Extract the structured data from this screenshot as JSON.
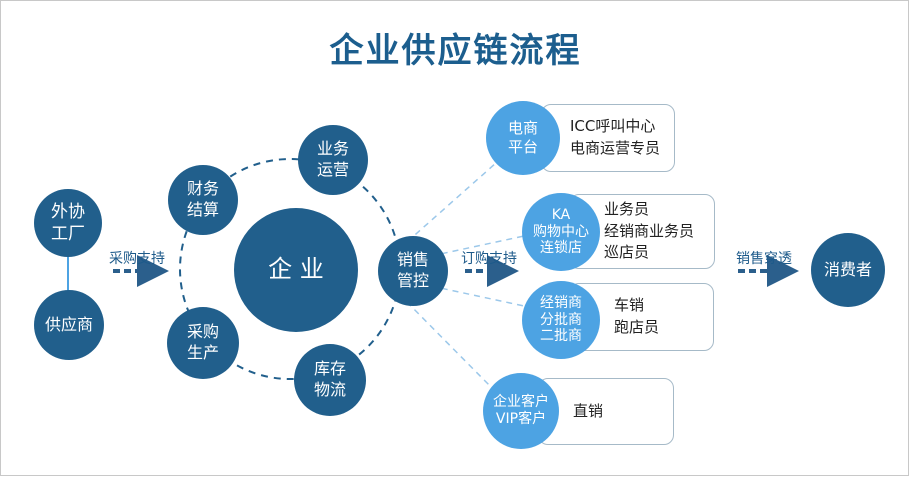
{
  "title": "企业供应链流程",
  "colors": {
    "dark": "#215f8c",
    "light": "#4da3e3",
    "title": "#1c5e8e",
    "box_border": "#a6bac8",
    "arrow": "#2b5f8c"
  },
  "left": {
    "partner_factory": [
      "外协",
      "工厂"
    ],
    "supplier": "供应商",
    "arrow_label": "采购支持"
  },
  "center": {
    "enterprise": "企 业",
    "satellites": {
      "finance": [
        "财务",
        "结算"
      ],
      "operations": [
        "业务",
        "运营"
      ],
      "purchase": [
        "采购",
        "生产"
      ],
      "inventory": [
        "库存",
        "物流"
      ],
      "sales_control": [
        "销售",
        "管控"
      ]
    }
  },
  "middle_arrow_label": "订购支持",
  "channels": [
    {
      "circle": [
        "电商",
        "平台"
      ],
      "details": [
        "ICC呼叫中心",
        "电商运营专员"
      ]
    },
    {
      "circle": [
        "KA",
        "购物中心",
        "连锁店"
      ],
      "details": [
        "业务员",
        "经销商业务员",
        "巡店员"
      ]
    },
    {
      "circle": [
        "经销商",
        "分批商",
        "二批商"
      ],
      "details": [
        "车销",
        "跑店员"
      ]
    },
    {
      "circle": [
        "企业客户",
        "VIP客户"
      ],
      "details": [
        "直销"
      ]
    }
  ],
  "right": {
    "arrow_label": "销售穿透",
    "consumer": "消费者"
  }
}
